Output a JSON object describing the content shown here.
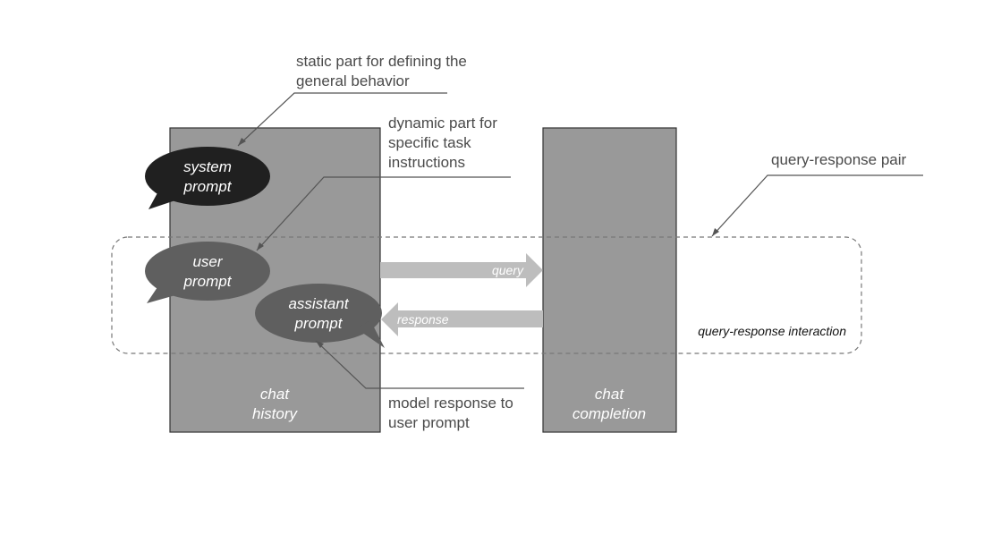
{
  "annotations": {
    "static_part": [
      "static part for defining the",
      "general behavior"
    ],
    "dynamic_part": [
      "dynamic part for",
      "specific task",
      "instructions"
    ],
    "query_response_pair": "query-response pair",
    "model_response": [
      "model response to",
      "user prompt"
    ]
  },
  "bubbles": {
    "system": [
      "system",
      "prompt"
    ],
    "user": [
      "user",
      "prompt"
    ],
    "assistant": [
      "assistant",
      "prompt"
    ]
  },
  "boxes": {
    "history": [
      "chat",
      "history"
    ],
    "completion": [
      "chat",
      "completion"
    ]
  },
  "arrows": {
    "query": "query",
    "response": "response"
  },
  "interaction_label": "query-response interaction",
  "colors": {
    "box_fill": "#999999",
    "system_bubble": "#202020",
    "user_bubble": "#5f5f5f",
    "assistant_bubble": "#5f5f5f",
    "arrow_fill": "#bdbdbd",
    "annotation_line": "#555555"
  }
}
